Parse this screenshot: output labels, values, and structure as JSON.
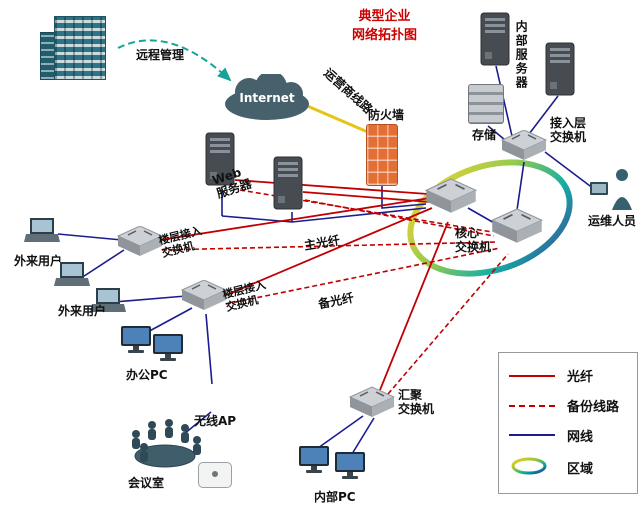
{
  "title": {
    "line1": "典型企业",
    "line2": "网络拓扑图"
  },
  "nodes": {
    "building": {
      "label": "远程管理"
    },
    "internet": {
      "label": "Internet"
    },
    "carrier": {
      "label": "运营商线路"
    },
    "firewall": {
      "label": "防火墙"
    },
    "internal_servers": {
      "label": "内部服务器"
    },
    "storage": {
      "label": "存储"
    },
    "access_switch": {
      "line1": "接入层",
      "line2": "交换机"
    },
    "ops": {
      "label": "运维人员"
    },
    "core_switch": {
      "line1": "核心",
      "line2": "交换机"
    },
    "web_server": {
      "line1": "Web",
      "line2": "服务器"
    },
    "floor_switch_1": {
      "line1": "楼层接入",
      "line2": "交换机"
    },
    "floor_switch_2": {
      "line1": "楼层接入",
      "line2": "交换机"
    },
    "external_user_1": {
      "label": "外来用户"
    },
    "external_user_2": {
      "label": "外来用户"
    },
    "office_pc": {
      "label": "办公PC"
    },
    "wireless_ap": {
      "label": "无线AP"
    },
    "meeting_room": {
      "label": "会议室"
    },
    "aggregation_switch": {
      "line1": "汇聚",
      "line2": "交换机"
    },
    "internal_pc": {
      "label": "内部PC"
    }
  },
  "line_labels": {
    "main_fiber": "主光纤",
    "backup_fiber": "备光纤"
  },
  "legend": {
    "items": [
      {
        "type": "fiber",
        "label": "光纤"
      },
      {
        "type": "backup",
        "label": "备份线路"
      },
      {
        "type": "network",
        "label": "网线"
      },
      {
        "type": "zone",
        "label": "区域"
      }
    ]
  },
  "colors": {
    "fiber": "#c00000",
    "backup": "#c00000",
    "network": "#1c1c8f",
    "carrier": "#e6c417",
    "remote": "#17a398",
    "title": "#cc0000",
    "zone1": "#f7d117",
    "zone2": "#8dc63f",
    "zone3": "#00a79d",
    "zone4": "#2e3192"
  }
}
